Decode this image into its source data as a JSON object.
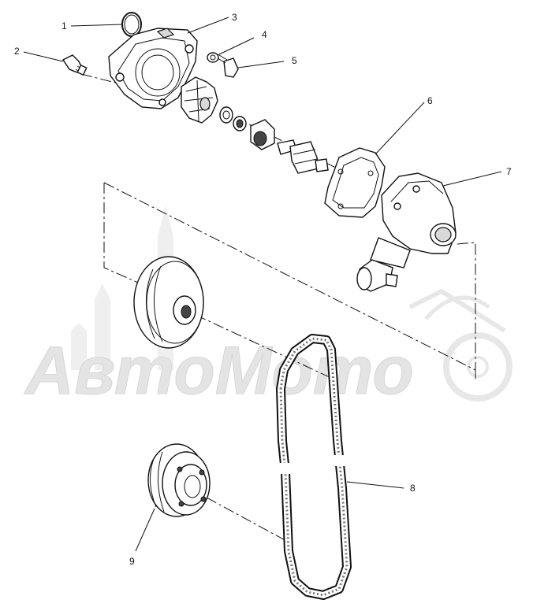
{
  "watermark": {
    "text": "АвтоМото"
  },
  "parts": [
    {
      "number": "1",
      "name": "o-ring"
    },
    {
      "number": "2",
      "name": "bolt"
    },
    {
      "number": "3",
      "name": "pump-cover"
    },
    {
      "number": "4",
      "name": "washer"
    },
    {
      "number": "5",
      "name": "bolt"
    },
    {
      "number": "6",
      "name": "gasket"
    },
    {
      "number": "7",
      "name": "water-pump-body"
    },
    {
      "number": "8",
      "name": "drive-belt"
    },
    {
      "number": "9",
      "name": "drive-pulley"
    }
  ]
}
